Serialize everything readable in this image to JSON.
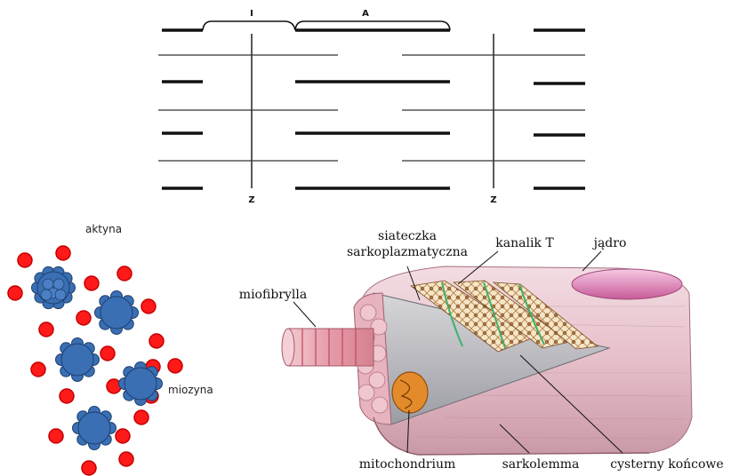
{
  "sarcomere": {
    "band_i": "I",
    "band_a": "A",
    "z_left": "Z",
    "z_right": "Z"
  },
  "filaments": {
    "actin_label": "aktyna",
    "myosin_label": "miozyna",
    "actin_color": "#ff1a1a",
    "myosin_color": "#3a6fb4"
  },
  "muscle_fiber": {
    "sarcoplasmic_reticulum_line1": "siateczka",
    "sarcoplasmic_reticulum_line2": "sarkoplazmatyczna",
    "t_tubule": "kanalik T",
    "nucleus": "jądro",
    "myofibril": "miofibrylla",
    "mitochondrion": "mitochondrium",
    "sarcolemma": "sarkolemma",
    "terminal_cisternae": "cysterny końcowe"
  }
}
